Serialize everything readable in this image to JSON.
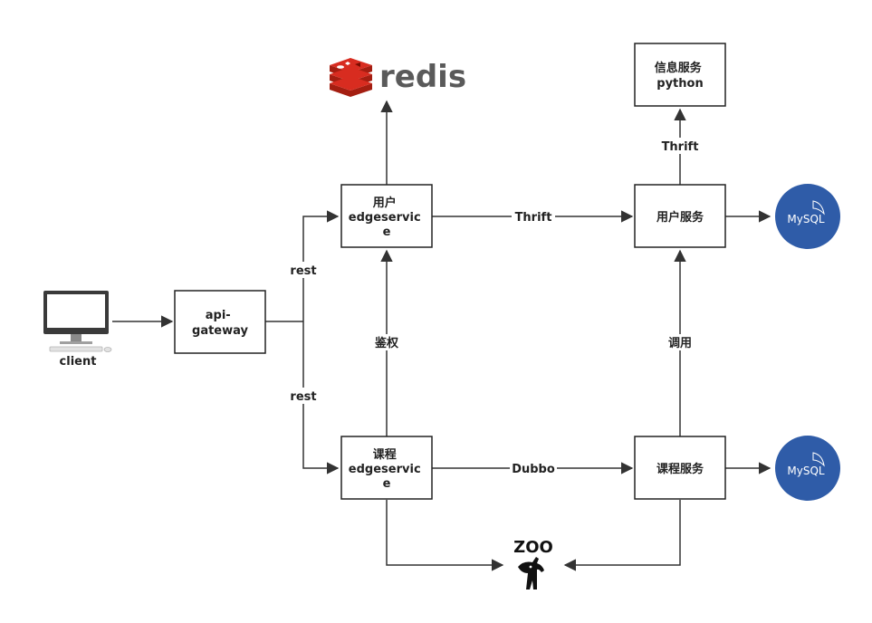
{
  "nodes": {
    "client": {
      "label": "client"
    },
    "api_gateway": {
      "lines": [
        "api-",
        "gateway"
      ]
    },
    "user_edge": {
      "lines": [
        "用户",
        "edgeservic",
        "e"
      ]
    },
    "course_edge": {
      "lines": [
        "课程",
        "edgeservic",
        "e"
      ]
    },
    "user_service": {
      "lines": [
        "用户服务"
      ]
    },
    "course_service": {
      "lines": [
        "课程服务"
      ]
    },
    "info_service": {
      "lines": [
        "信息服务",
        "python"
      ]
    },
    "redis": {
      "label": "redis"
    },
    "mysql_user": {
      "label": "MySQL"
    },
    "mysql_course": {
      "label": "MySQL"
    },
    "zookeeper": {
      "label": "ZOO"
    }
  },
  "edges": {
    "rest_top": "rest",
    "rest_bottom": "rest",
    "auth": "鉴权",
    "call": "调用",
    "thrift_info": "Thrift",
    "thrift_user": "Thrift",
    "dubbo": "Dubbo"
  },
  "colors": {
    "line": "#333333",
    "redis_red": "#d82c20",
    "mysql_blue": "#2f5ca8",
    "monitor": "#3a3a3a"
  }
}
